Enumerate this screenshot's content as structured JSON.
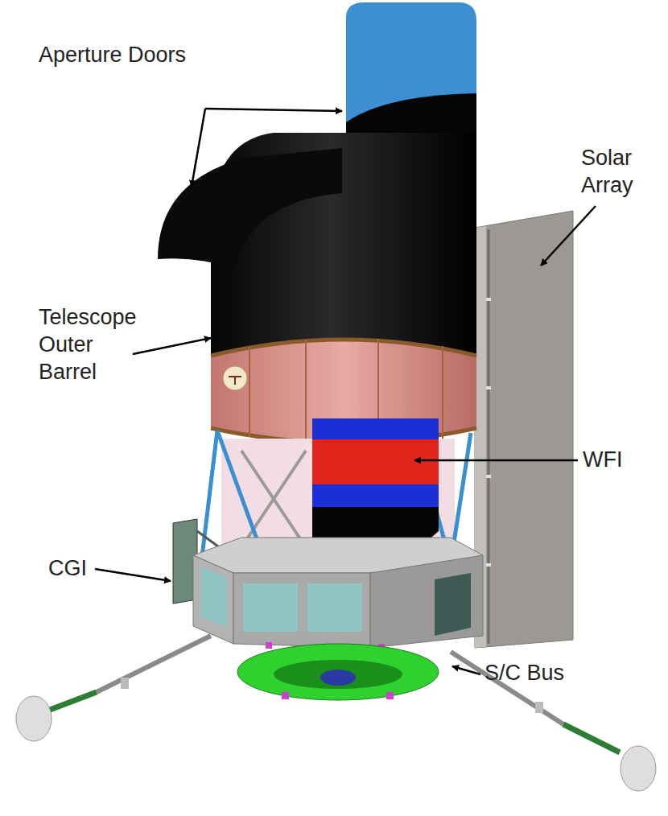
{
  "diagram": {
    "labels": [
      "Aperture Doors",
      "Solar Array",
      "Telescope Outer Barrel",
      "WFI",
      "CGI",
      "S/C Bus"
    ]
  }
}
